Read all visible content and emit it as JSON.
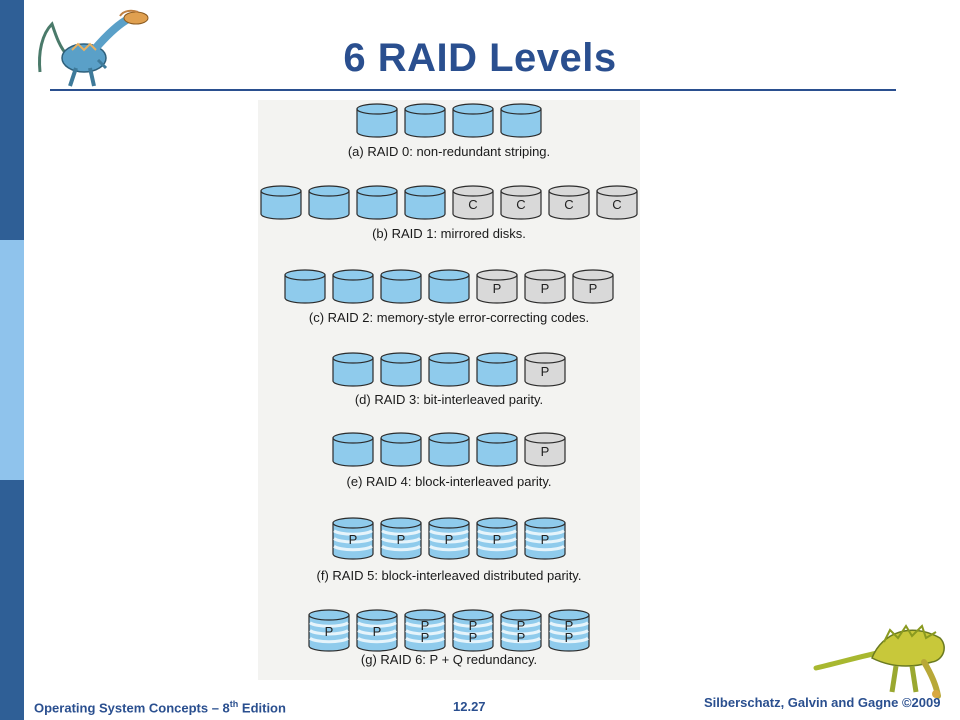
{
  "title": "6 RAID Levels",
  "footer": {
    "left_main": "Operating System Concepts – 8",
    "left_sup": "th",
    "left_tail": " Edition",
    "page": "12.27",
    "right": "Silberschatz, Galvin and Gagne ©2009"
  },
  "colors": {
    "sidebar_dark": "#2f5f96",
    "sidebar_light": "#8fc3ec",
    "title": "#2a4f8f",
    "disk_blue": "#8fcbec",
    "disk_gray": "#d9d9d9"
  },
  "raid_levels": [
    {
      "caption": "(a) RAID 0: non-redundant striping.",
      "disks": [
        "D",
        "D",
        "D",
        "D"
      ]
    },
    {
      "caption": "(b) RAID 1: mirrored disks.",
      "disks": [
        "D",
        "D",
        "D",
        "D",
        "C",
        "C",
        "C",
        "C"
      ]
    },
    {
      "caption": "(c) RAID 2: memory-style error-correcting codes.",
      "disks": [
        "D",
        "D",
        "D",
        "D",
        "P",
        "P",
        "P"
      ]
    },
    {
      "caption": "(d) RAID 3: bit-interleaved parity.",
      "disks": [
        "D",
        "D",
        "D",
        "D",
        "P"
      ]
    },
    {
      "caption": "(e) RAID 4: block-interleaved parity.",
      "disks": [
        "D",
        "D",
        "D",
        "D",
        "P"
      ]
    },
    {
      "caption": "(f) RAID 5: block-interleaved distributed parity.",
      "disks": [
        "S1",
        "S1",
        "S1",
        "S1",
        "S1"
      ]
    },
    {
      "caption": "(g) RAID 6: P + Q redundancy.",
      "disks": [
        "S1",
        "S1",
        "S2",
        "S2",
        "S2",
        "S2"
      ]
    }
  ],
  "disk_labels": {
    "C": "C",
    "P": "P"
  },
  "icons": [
    "dinosaur-logo-top",
    "dinosaur-logo-bottom"
  ]
}
